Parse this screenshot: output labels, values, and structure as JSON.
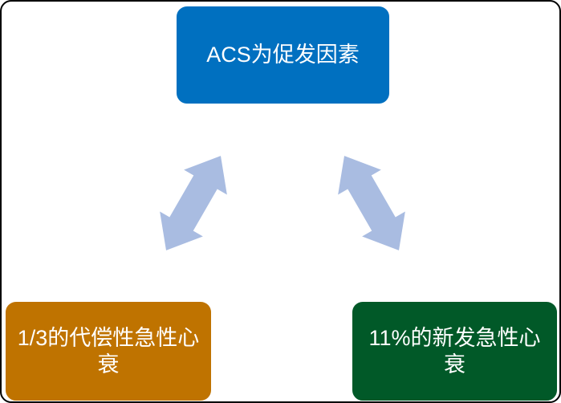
{
  "nodes": {
    "top": {
      "label": "ACS为促发因素"
    },
    "bottom_left": {
      "label": "1/3的代偿性急性心衰"
    },
    "bottom_right": {
      "label": "11%的新发急性心衰"
    }
  },
  "icons": {
    "left_arrow": "double-headed-arrow",
    "right_arrow": "double-headed-arrow"
  },
  "colors": {
    "top_box": "#0070C0",
    "bottom_left_box": "#BF7300",
    "bottom_right_box": "#015928",
    "arrow": "#A9BCE1",
    "box_text": "#FFFFFF",
    "box_border": "#FFFFFF",
    "canvas_background": "#FFFFFF",
    "canvas_border": "#000000"
  }
}
